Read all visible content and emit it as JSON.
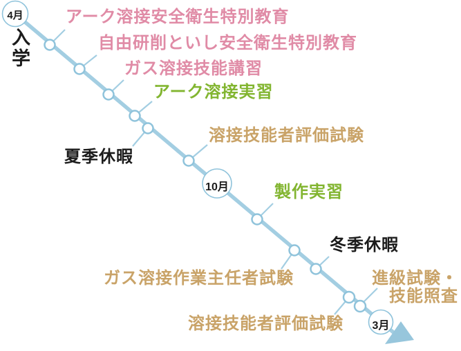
{
  "diagram": {
    "type": "school-year-timeline",
    "start": {
      "month": "4月",
      "label": "入学"
    },
    "months": [
      {
        "label": "4月"
      },
      {
        "label": "10月"
      },
      {
        "label": "3月"
      }
    ],
    "events": [
      {
        "label": "アーク溶接安全衛生特別教育",
        "category": "special-training"
      },
      {
        "label": "自由研削といし安全衛生特別教育",
        "category": "special-training"
      },
      {
        "label": "ガス溶接技能講習",
        "category": "special-training"
      },
      {
        "label": "アーク溶接実習",
        "category": "practice"
      },
      {
        "label": "夏季休暇",
        "category": "vacation"
      },
      {
        "label": "溶接技能者評価試験",
        "category": "exam"
      },
      {
        "label": "製作実習",
        "category": "practice"
      },
      {
        "label": "ガス溶接作業主任者試験",
        "category": "exam"
      },
      {
        "label": "冬季休暇",
        "category": "vacation"
      },
      {
        "label": "溶接技能者評価試験",
        "category": "exam"
      },
      {
        "label": "進級試験・\n技能照査",
        "category": "exam"
      }
    ]
  },
  "colors": {
    "line": "#a3cee2",
    "node-stroke": "#8fc3db",
    "arrow": "#97c6dc",
    "pink": "#e08ba6",
    "green": "#82b530",
    "tan": "#c9a368",
    "dark": "#1b1b1b"
  }
}
